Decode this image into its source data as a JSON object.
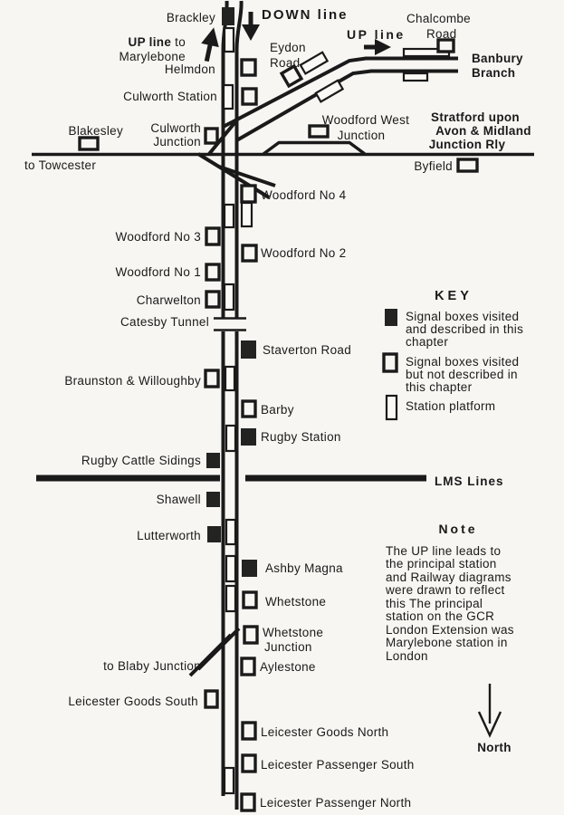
{
  "colors": {
    "ink": "#1a1a1a",
    "paper": "#f7f6f2",
    "box_fill": "#232321"
  },
  "labels": {
    "brackley": "Brackley",
    "down_line": "DOWN line",
    "up_line_bold": "UP line",
    "up_line_suffix": "to",
    "marylebone": "Marylebone",
    "helmdon": "Helmdon",
    "culworth_station": "Culworth Station",
    "eydon_road_1": "Eydon",
    "eydon_road_2": "Road",
    "up_line_right": "UP line",
    "chalcombe_1": "Chalcombe",
    "chalcombe_2": "Road",
    "banbury_1": "Banbury",
    "banbury_2": "Branch",
    "blakesley": "Blakesley",
    "culworth_junction_1": "Culworth",
    "culworth_junction_2": "Junction",
    "to_towcester": "to Towcester",
    "woodford_west_1": "Woodford West",
    "woodford_west_2": "Junction",
    "stratford_1": "Stratford upon",
    "stratford_2": "Avon & Midland",
    "stratford_3": "Junction Rly",
    "byfield": "Byfield",
    "woodford_no4": "Woodford No 4",
    "woodford_no3": "Woodford No 3",
    "woodford_no2": "Woodford No 2",
    "woodford_no1": "Woodford No 1",
    "charwelton": "Charwelton",
    "catesby_tunnel": "Catesby Tunnel",
    "staverton_road": "Staverton Road",
    "braunston": "Braunston & Willoughby",
    "barby": "Barby",
    "rugby_station": "Rugby Station",
    "rugby_cattle_sidings": "Rugby Cattle Sidings",
    "lms_lines": "LMS Lines",
    "shawell": "Shawell",
    "lutterworth": "Lutterworth",
    "ashby_magna": "Ashby Magna",
    "whetstone": "Whetstone",
    "whetstone_junction_1": "Whetstone",
    "whetstone_junction_2": "Junction",
    "to_blaby_junction": "to Blaby Junction",
    "aylestone": "Aylestone",
    "leicester_goods_south": "Leicester Goods South",
    "leicester_goods_north": "Leicester Goods North",
    "leicester_passenger_south": "Leicester Passenger South",
    "leicester_passenger_north": "Leicester Passenger North",
    "north": "North"
  },
  "key": {
    "title": "KEY",
    "item1_line1": "Signal boxes visited",
    "item1_line2": "and described in this",
    "item1_line3": "chapter",
    "item2_line1": "Signal boxes visited",
    "item2_line2": "but not described in",
    "item2_line3": "this chapter",
    "item3": "Station platform"
  },
  "note": {
    "title": "Note",
    "line1": "The UP line leads to",
    "line2": "the principal station",
    "line3": "and Railway diagrams",
    "line4": "were drawn to reflect",
    "line5": "this  The principal",
    "line6": "station on the GCR",
    "line7": "London Extension was",
    "line8": "Marylebone station in",
    "line9": "London"
  }
}
